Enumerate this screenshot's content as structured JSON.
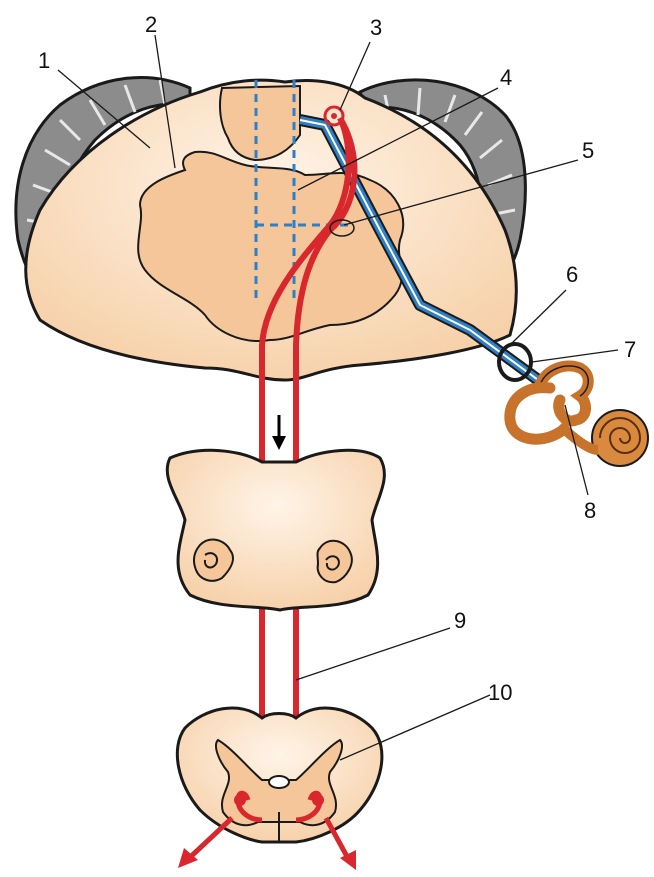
{
  "labels": [
    {
      "id": "1",
      "text": "1"
    },
    {
      "id": "2",
      "text": "2"
    },
    {
      "id": "3",
      "text": "3"
    },
    {
      "id": "4",
      "text": "4"
    },
    {
      "id": "5",
      "text": "5"
    },
    {
      "id": "6",
      "text": "6"
    },
    {
      "id": "7",
      "text": "7"
    },
    {
      "id": "8",
      "text": "8"
    },
    {
      "id": "9",
      "text": "9"
    },
    {
      "id": "10",
      "text": "10"
    }
  ],
  "colors": {
    "tissue_light": "#fde9d3",
    "tissue_dark": "#f7c99b",
    "cerebellar_cortex": "#8a8a8a",
    "pathway_descending": "#d8272d",
    "pathway_vestibular": "#2f7fc4",
    "inner_ear": "#c8732b",
    "outline": "#1a1a1a"
  },
  "icons": [
    "down-arrow-icon",
    "inner-ear-icon"
  ]
}
